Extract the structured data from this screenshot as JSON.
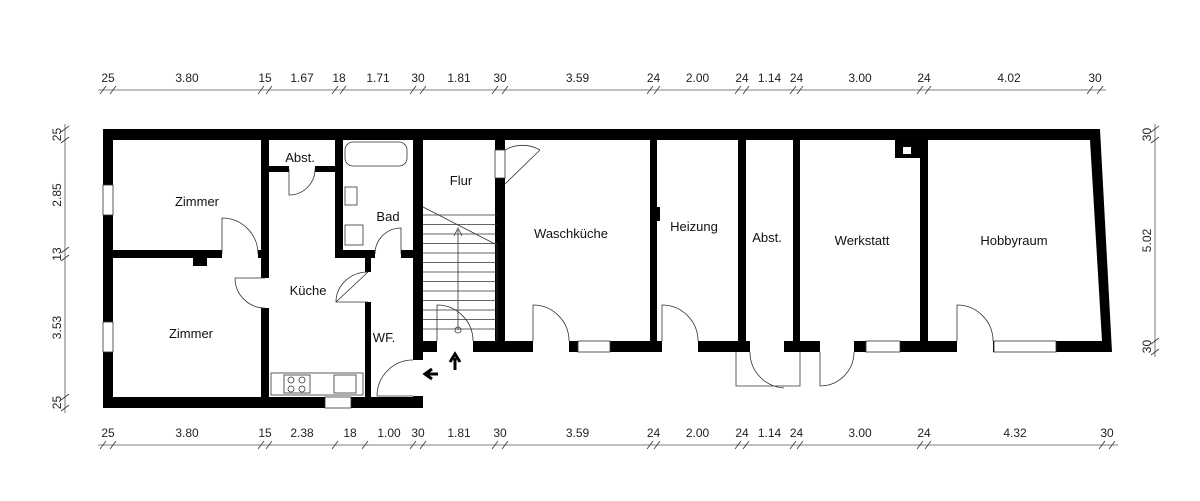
{
  "rooms": {
    "zimmer_top": "Zimmer",
    "zimmer_bottom": "Zimmer",
    "abst_small": "Abst.",
    "kueche": "Küche",
    "bad": "Bad",
    "wf": "WF.",
    "flur": "Flur",
    "waschkueche": "Waschküche",
    "heizung": "Heizung",
    "abst": "Abst.",
    "werkstatt": "Werkstatt",
    "hobbyraum": "Hobbyraum"
  },
  "dimensions": {
    "top": [
      "25",
      "3.80",
      "15",
      "1.67",
      "18",
      "1.71",
      "30",
      "1.81",
      "30",
      "3.59",
      "24",
      "2.00",
      "24",
      "1.14",
      "24",
      "3.00",
      "24",
      "4.02",
      "30"
    ],
    "bottom": [
      "25",
      "3.80",
      "15",
      "2.38",
      "18",
      "1.00",
      "30",
      "1.81",
      "30",
      "3.59",
      "24",
      "2.00",
      "24",
      "1.14",
      "24",
      "3.00",
      "24",
      "4.32",
      "30"
    ],
    "left": [
      "25",
      "2.85",
      "13",
      "3.53",
      "25"
    ],
    "right": [
      "30",
      "5.02",
      "30"
    ]
  },
  "colors": {
    "wall": "#000000",
    "line": "#555555"
  }
}
